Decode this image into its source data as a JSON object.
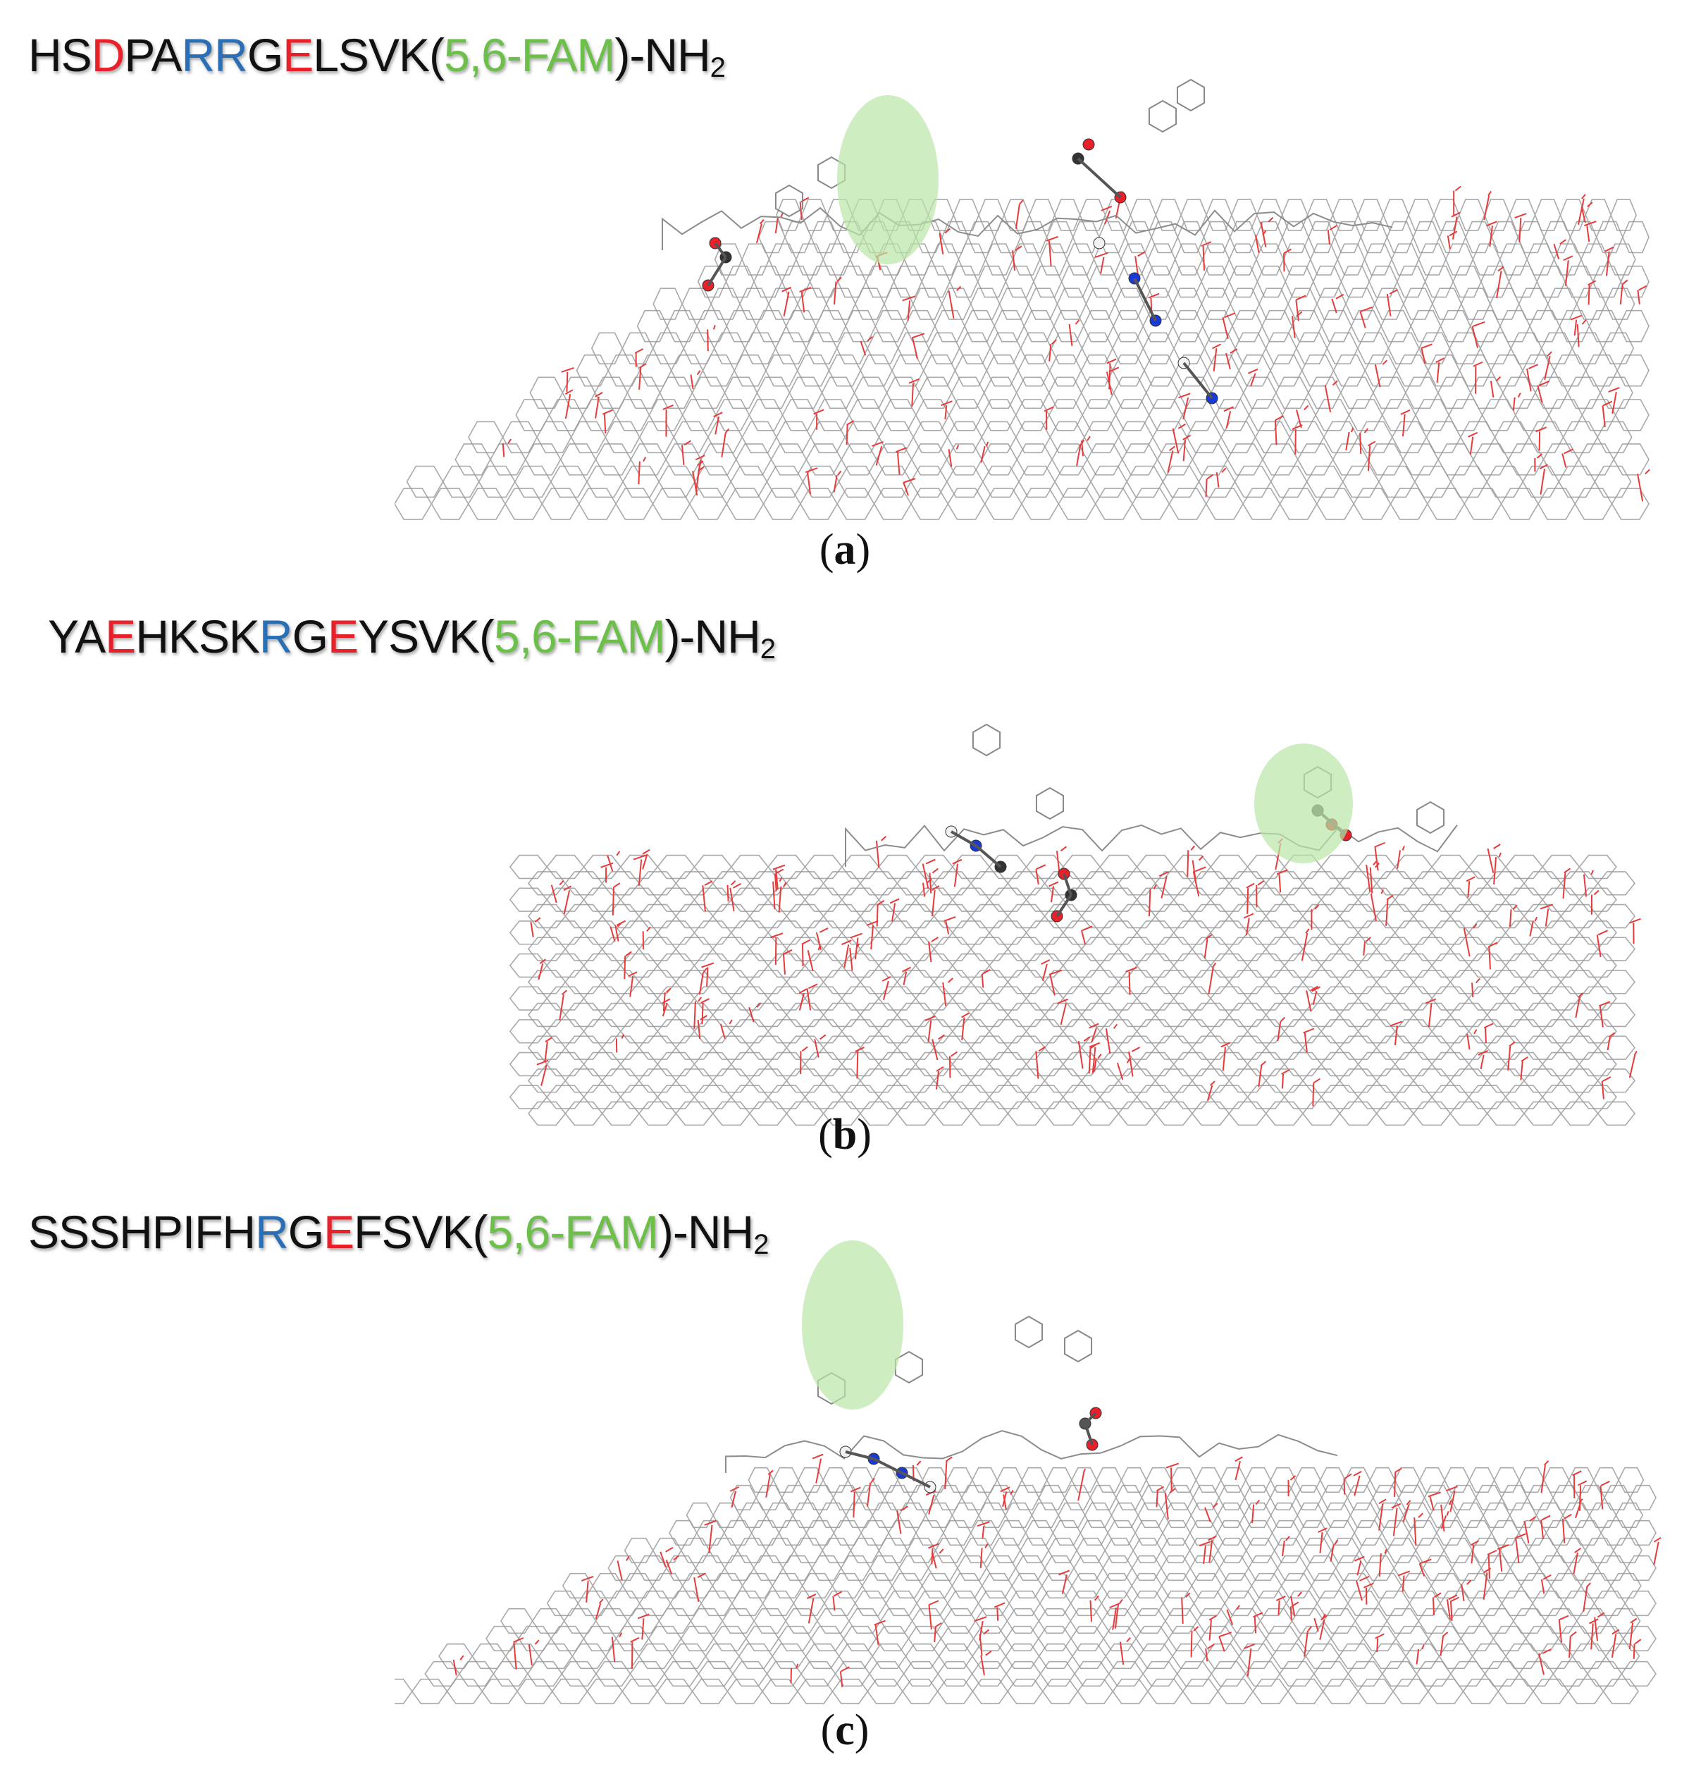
{
  "colors": {
    "acidic": "#e8202a",
    "basic": "#2a6fb5",
    "dye": "#6cc04a",
    "default": "#111111",
    "sheet": "#9a9a9a",
    "oxygen_groups": "#e83a3a",
    "highlight": "#b9e6a6"
  },
  "panels": [
    {
      "id": "a",
      "sequence": [
        {
          "text": "HS",
          "role": "default"
        },
        {
          "text": "D",
          "role": "acidic"
        },
        {
          "text": "PA",
          "role": "default"
        },
        {
          "text": "RR",
          "role": "basic"
        },
        {
          "text": "G",
          "role": "default"
        },
        {
          "text": "E",
          "role": "acidic"
        },
        {
          "text": "LSVK(",
          "role": "default"
        },
        {
          "text": "5,6-FAM",
          "role": "dye"
        },
        {
          "text": ")-NH",
          "role": "default"
        }
      ],
      "sequence_subscript": "2",
      "caption_open": "(",
      "caption_letter": "a",
      "caption_close": ")"
    },
    {
      "id": "b",
      "sequence": [
        {
          "text": "YA",
          "role": "default"
        },
        {
          "text": "E",
          "role": "acidic"
        },
        {
          "text": "HKSK",
          "role": "default"
        },
        {
          "text": "R",
          "role": "basic"
        },
        {
          "text": "G",
          "role": "default"
        },
        {
          "text": "E",
          "role": "acidic"
        },
        {
          "text": "YSVK(",
          "role": "default"
        },
        {
          "text": "5,6-FAM",
          "role": "dye"
        },
        {
          "text": ")-NH",
          "role": "default"
        }
      ],
      "sequence_subscript": "2",
      "caption_open": "(",
      "caption_letter": "b",
      "caption_close": ")"
    },
    {
      "id": "c",
      "sequence": [
        {
          "text": "SSSHPIFH",
          "role": "default"
        },
        {
          "text": "R",
          "role": "basic"
        },
        {
          "text": "G",
          "role": "default"
        },
        {
          "text": "E",
          "role": "acidic"
        },
        {
          "text": "FSVK(",
          "role": "default"
        },
        {
          "text": "5,6-FAM",
          "role": "dye"
        },
        {
          "text": ")-NH",
          "role": "default"
        }
      ],
      "sequence_subscript": "2",
      "caption_open": "(",
      "caption_letter": "c",
      "caption_close": ")"
    }
  ]
}
